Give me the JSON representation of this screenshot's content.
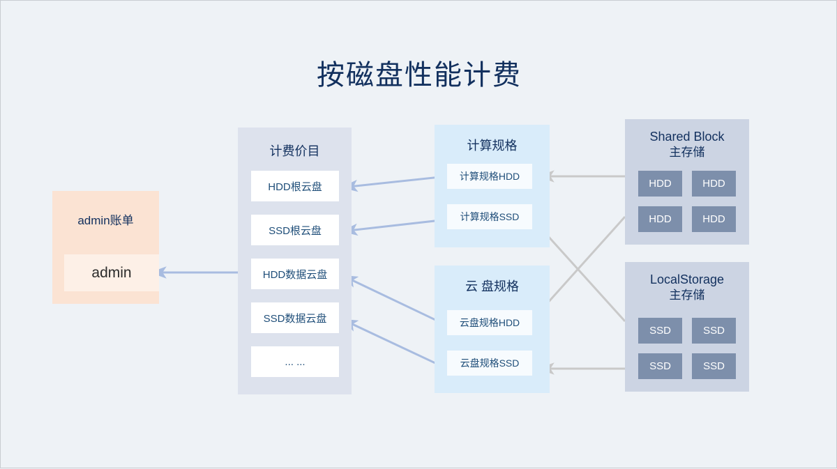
{
  "title": "按磁盘性能计费",
  "colors": {
    "background": "#eef2f6",
    "title_text": "#12305e",
    "admin_panel": "#fbe3d3",
    "admin_box": "#fdf0e7",
    "billing_panel": "#dde2ed",
    "spec_panel": "#d9ecfa",
    "storage_panel": "#ccd4e3",
    "storage_cell": "#7d8fab",
    "arrow_blue": "#a8bce0",
    "arrow_gray": "#c9c9c9",
    "item_text": "#1f4e79"
  },
  "admin_bill": {
    "title": "admin账单",
    "account": "admin"
  },
  "billing_items": {
    "title": "计费价目",
    "items": [
      {
        "label": "HDD根云盘"
      },
      {
        "label": "SSD根云盘"
      },
      {
        "label": "HDD数据云盘"
      },
      {
        "label": "SSD数据云盘"
      },
      {
        "label": "... ..."
      }
    ]
  },
  "compute_spec": {
    "title": "计算规格",
    "items": [
      {
        "label": "计算规格HDD"
      },
      {
        "label": "计算规格SSD"
      }
    ]
  },
  "disk_spec": {
    "title": "云 盘规格",
    "items": [
      {
        "label": "云盘规格HDD"
      },
      {
        "label": "云盘规格SSD"
      }
    ]
  },
  "shared_block": {
    "title_line1": "Shared Block",
    "title_line2": "主存储",
    "cells": [
      {
        "label": "HDD"
      },
      {
        "label": "HDD"
      },
      {
        "label": "HDD"
      },
      {
        "label": "HDD"
      }
    ]
  },
  "local_storage": {
    "title_line1": "LocalStorage",
    "title_line2": "主存储",
    "cells": [
      {
        "label": "SSD"
      },
      {
        "label": "SSD"
      },
      {
        "label": "SSD"
      },
      {
        "label": "SSD"
      }
    ]
  },
  "connections": [
    {
      "from": "billing-items-panel",
      "to": "admin-box",
      "color": "blue"
    },
    {
      "from": "compute-spec-hdd",
      "to": "billing-hdd-root-disk",
      "color": "blue"
    },
    {
      "from": "compute-spec-ssd",
      "to": "billing-ssd-root-disk",
      "color": "blue"
    },
    {
      "from": "disk-spec-hdd",
      "to": "billing-hdd-data-disk",
      "color": "blue"
    },
    {
      "from": "disk-spec-ssd",
      "to": "billing-ssd-data-disk",
      "color": "blue"
    },
    {
      "from": "shared-block",
      "to": "compute-spec-hdd",
      "color": "gray"
    },
    {
      "from": "shared-block",
      "to": "disk-spec-hdd",
      "color": "gray"
    },
    {
      "from": "local-storage",
      "to": "compute-spec-ssd",
      "color": "gray"
    },
    {
      "from": "local-storage",
      "to": "disk-spec-ssd",
      "color": "gray"
    }
  ]
}
